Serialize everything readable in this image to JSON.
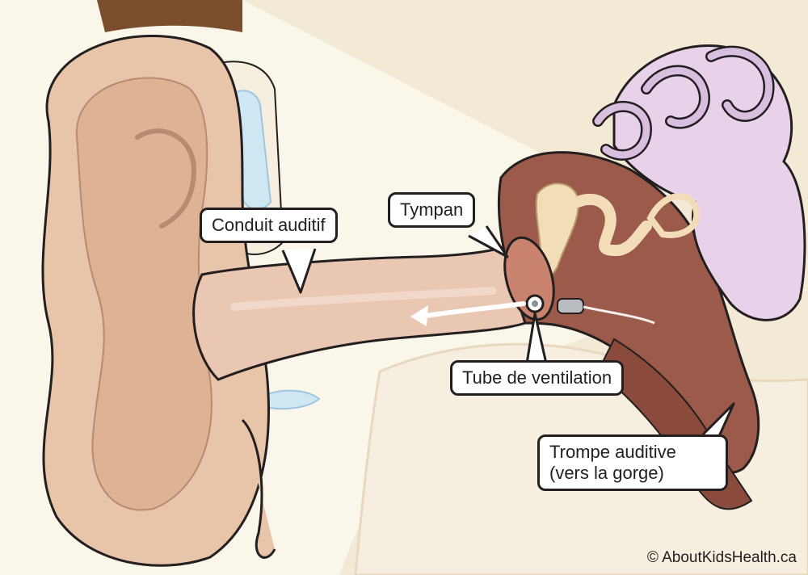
{
  "labels": {
    "ear_canal": "Conduit auditif",
    "eardrum": "Tympan",
    "ventilation_tube": "Tube de ventilation",
    "eustachian_tube_line1": "Trompe auditive",
    "eustachian_tube_line2": "(vers la gorge)"
  },
  "copyright": "© AboutKidsHealth.ca",
  "colors": {
    "skin": "#e8c4a8",
    "skin_dark": "#d9a98c",
    "canal": "#e9c7b2",
    "bone": "#f3ead6",
    "middle_ear": "#9b5a4a",
    "inner_ear": "#e8d2ea",
    "outline": "#231f20",
    "hair": "#7a4e2d"
  }
}
